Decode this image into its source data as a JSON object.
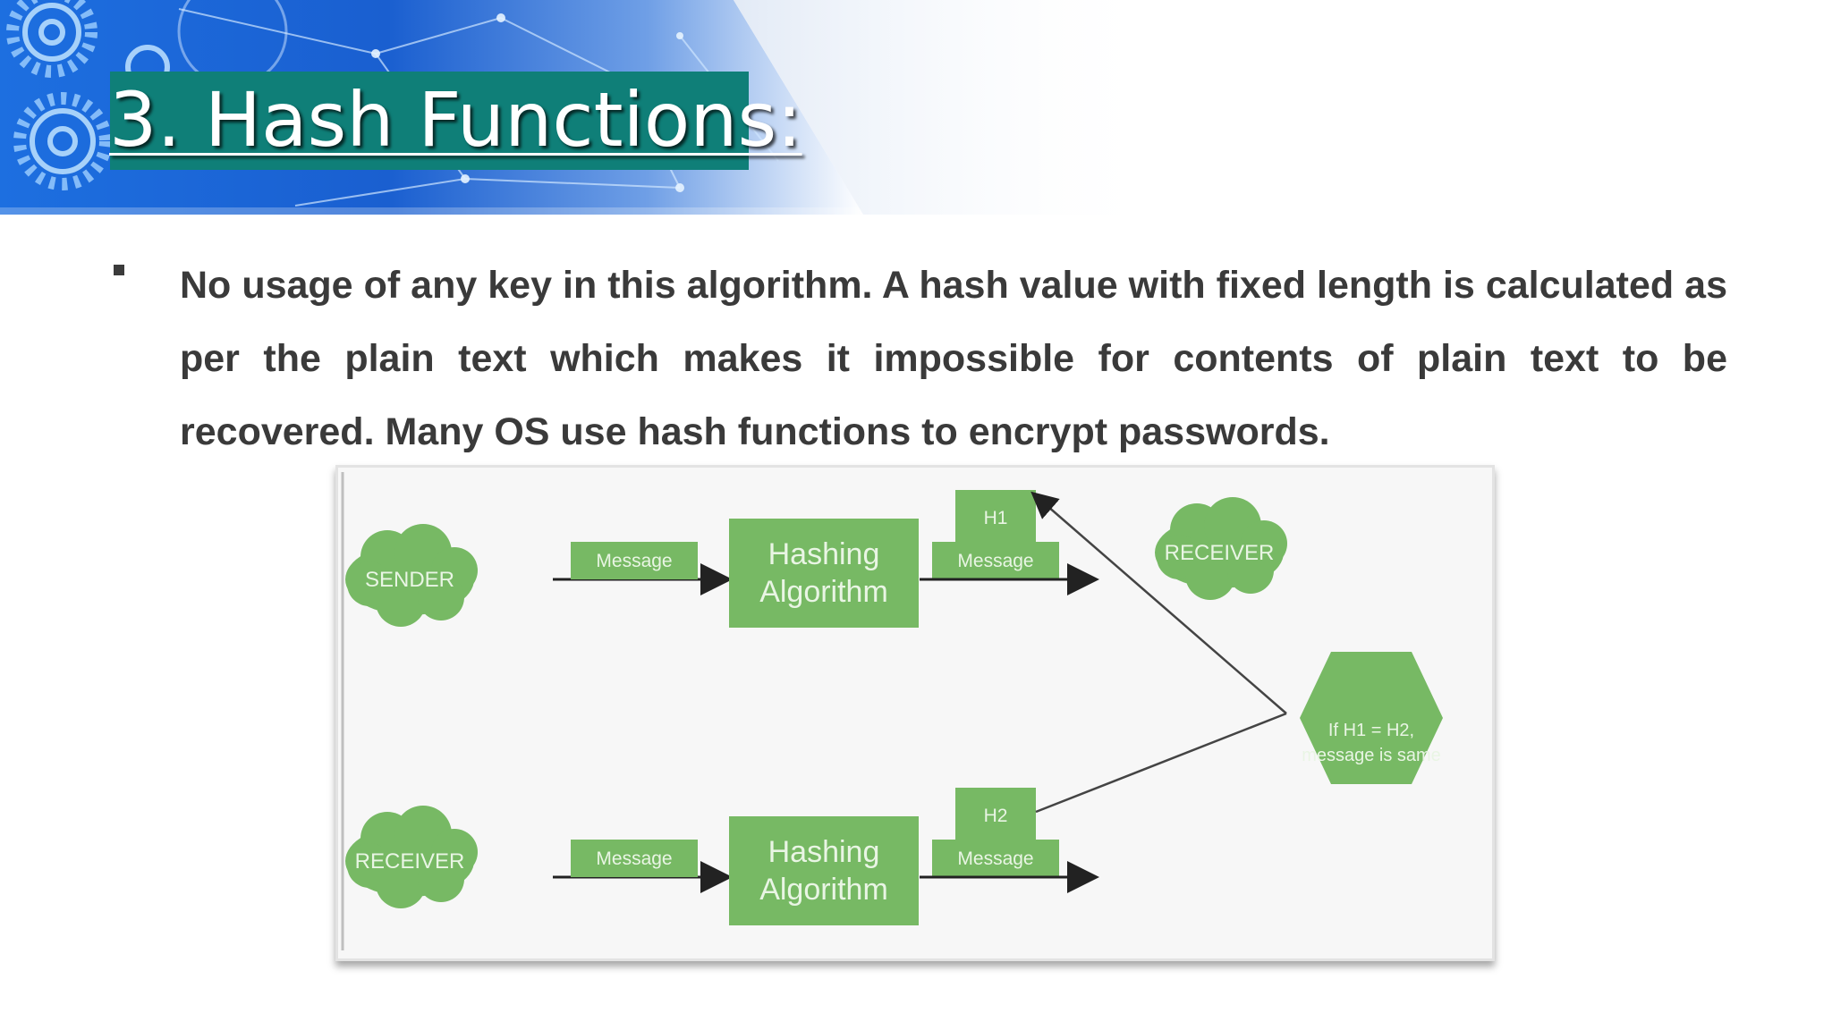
{
  "slide": {
    "title": "3. Hash Functions:",
    "bullet": "No usage of any key in this algorithm. A hash value with fixed length is calculated as per the plain text which makes it impossible for contents of plain text to be recovered. Many OS use hash functions to encrypt passwords."
  },
  "diagram": {
    "sender_label": "SENDER",
    "receiver_top_label": "RECEIVER",
    "receiver_bottom_label": "RECEIVER",
    "message_label": "Message",
    "hashing_line1": "Hashing",
    "hashing_line2": "Algorithm",
    "h1_label": "H1",
    "h2_label": "H2",
    "compare_line1": "If H1 = H2,",
    "compare_line2": "message is same",
    "colors": {
      "shape_green": "#77b964",
      "title_teal": "#0f7f78"
    }
  }
}
